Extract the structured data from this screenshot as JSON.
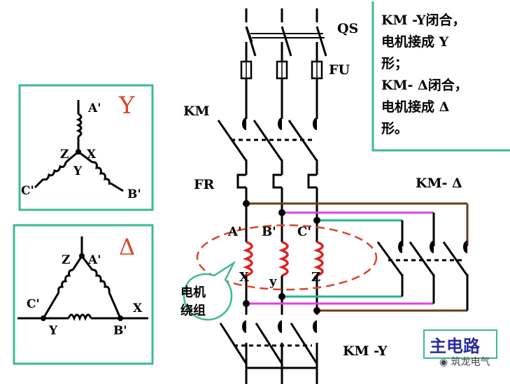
{
  "title": "主电路",
  "note_lines": [
    "KM -Y闭合，",
    "电机接成 Y",
    "形；",
    "KM- Δ闭合，",
    "电机接成 Δ",
    "形。"
  ],
  "labels": {
    "qs": "QS",
    "fu": "FU",
    "km": "KM",
    "fr": "FR",
    "km_delta": "KM- Δ",
    "km_y": "KM -Y",
    "a1": "A'",
    "b1": "B'",
    "c1": "C'",
    "x": "X",
    "y": "y",
    "z": "Z",
    "winding_line1": "电机",
    "winding_line2": "绕组"
  },
  "y_box": {
    "symbol": "Y",
    "a": "A'",
    "b": "B'",
    "c": "C'",
    "z": "Z",
    "x": "X",
    "y": "Y"
  },
  "delta_box": {
    "symbol": "Δ",
    "z": "Z",
    "a": "A'",
    "c": "C'",
    "x": "X",
    "y": "Y",
    "b": "B'"
  },
  "watermark": "筑龙电气",
  "colors": {
    "frame": "#3cb89a",
    "accent": "#d9452b",
    "coil": "#e02020",
    "magenta": "#e040e0",
    "teal": "#20b890",
    "brown": "#6b3a1e",
    "title_blue": "#2a2aa0"
  }
}
